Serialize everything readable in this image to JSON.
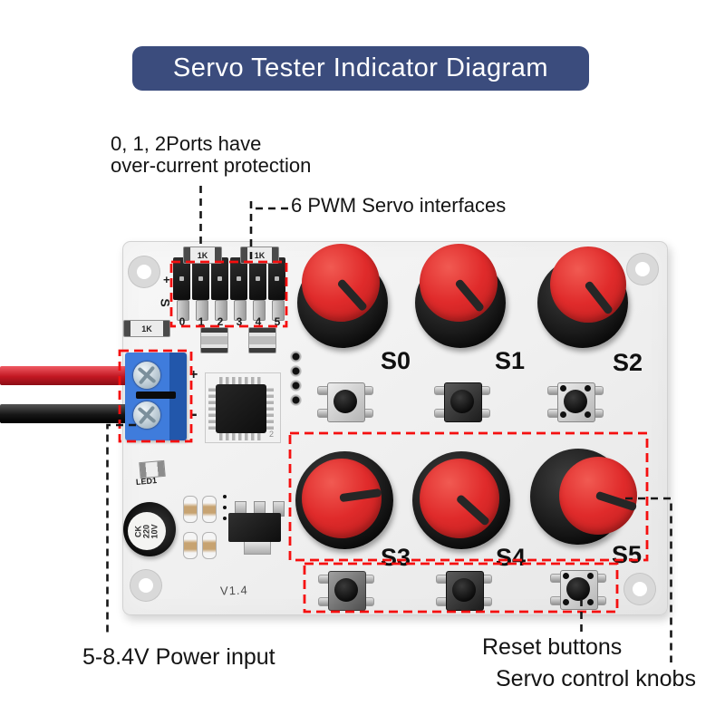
{
  "title": "Servo Tester Indicator Diagram",
  "annotations": {
    "ports_line1": "0, 1, 2Ports have",
    "ports_line2": "over-current protection",
    "pwm": "6 PWM Servo interfaces",
    "power": "5-8.4V Power input",
    "reset": "Reset buttons",
    "knobs": "Servo control knobs"
  },
  "board": {
    "version": "V1.4",
    "led_label": "LED1",
    "chip_mark": "2",
    "resistor_label": "1K",
    "capacitor": {
      "line1": "CK",
      "line2": "220",
      "line3": "10V"
    },
    "header": {
      "pin_labels": [
        "0",
        "1",
        "2",
        "3",
        "4",
        "5"
      ],
      "signal_label": "S",
      "plus_label": "+"
    },
    "terminal": {
      "plus": "+",
      "minus": "-"
    },
    "knob_labels": [
      "S0",
      "S1",
      "S2",
      "S3",
      "S4",
      "S5"
    ]
  },
  "colors": {
    "banner_bg": "#3b4c7d",
    "banner_text": "#ffffff",
    "callout_red": "#f50f0f",
    "callout_black": "#161616",
    "knob_cap_red": "#e02b2b",
    "wire_red": "#c21722",
    "wire_black": "#161616",
    "terminal_blue": "#3f7cdc",
    "pcb": "#efefef"
  }
}
